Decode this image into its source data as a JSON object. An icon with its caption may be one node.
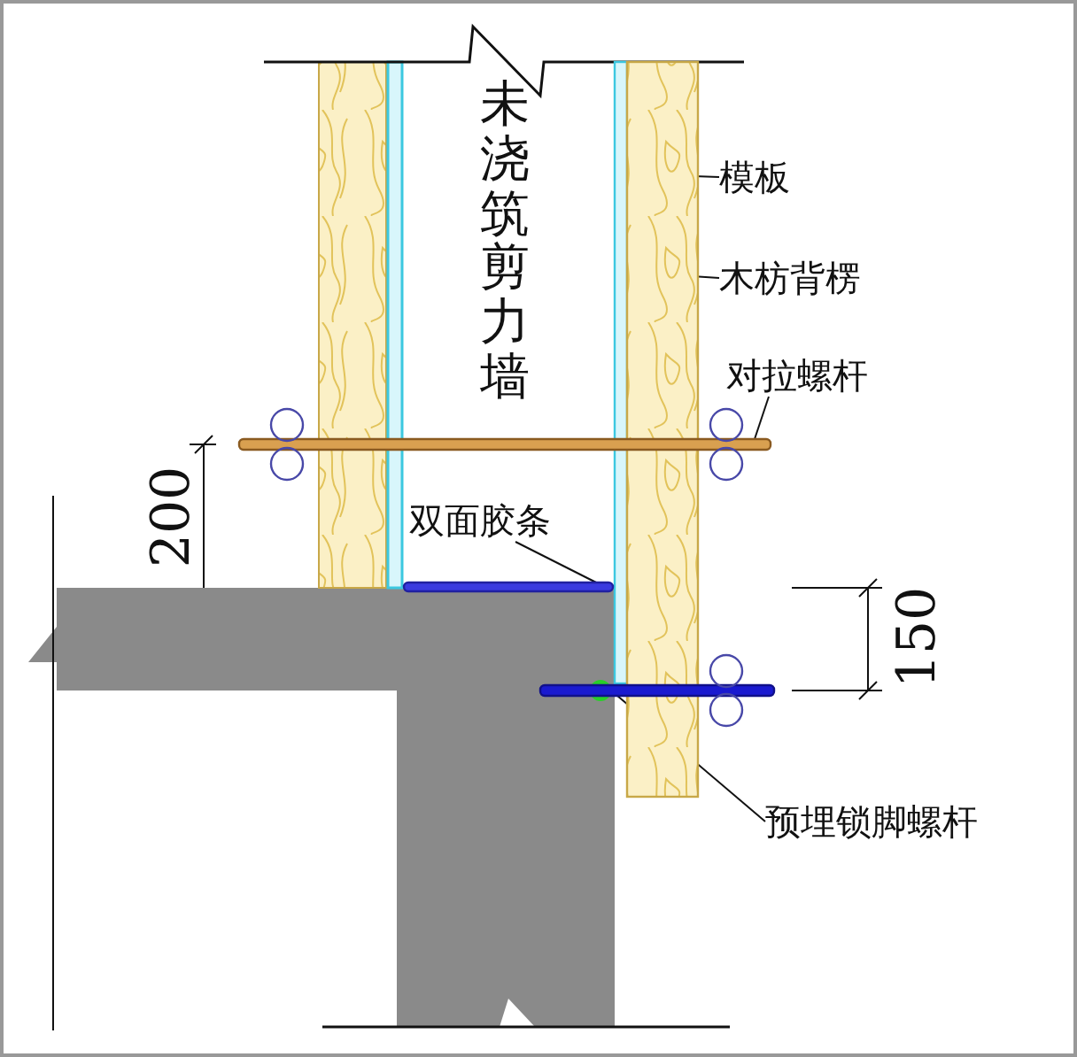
{
  "diagram": {
    "nodes": [
      {
        "text": [
          "模板"
        ]
      },
      {
        "text": [],
        "shape": "box"
      },
      {
        "text": [
          "木枋背楞"
        ]
      },
      {
        "text": [],
        "shape": "box"
      },
      {
        "text": [
          "对拉螺杆"
        ]
      },
      {
        "text": [],
        "shape": "bar"
      },
      {
        "text": [
          "双面胶条"
        ]
      },
      {
        "text": [],
        "shape": "bar"
      },
      {
        "text": [
          "预埋锁脚螺杆"
        ]
      },
      {
        "text": [],
        "shape": "bar"
      }
    ],
    "edges": [
      {
        "from": 0,
        "to": 1,
        "arrow": "none"
      },
      {
        "from": 2,
        "to": 3,
        "arrow": "none"
      },
      {
        "from": 4,
        "to": 5,
        "arrow": "none"
      },
      {
        "from": 6,
        "to": 7,
        "arrow": "none"
      },
      {
        "from": 8,
        "to": 9,
        "arrow": "none"
      }
    ],
    "labels": [
      "未浇筑剪力墙",
      "200",
      "150"
    ]
  }
}
